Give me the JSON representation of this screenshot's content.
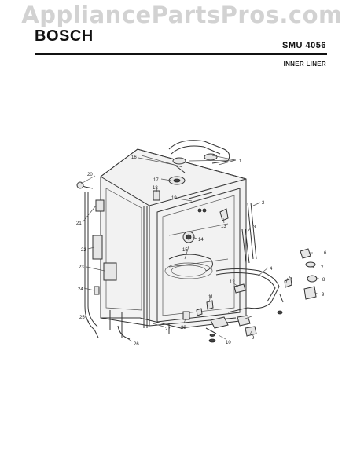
{
  "watermark": "AppliancePartsPros.com",
  "brand": "BOSCH",
  "model": "SMU 4056",
  "section": "INNER LINER",
  "callouts": [
    "1",
    "2",
    "3",
    "4",
    "5",
    "6",
    "7",
    "8",
    "9",
    "9",
    "10",
    "11",
    "12",
    "13",
    "14",
    "15",
    "16",
    "17",
    "18",
    "19",
    "20",
    "21",
    "22",
    "23",
    "24",
    "25",
    "26",
    "27",
    "28"
  ]
}
